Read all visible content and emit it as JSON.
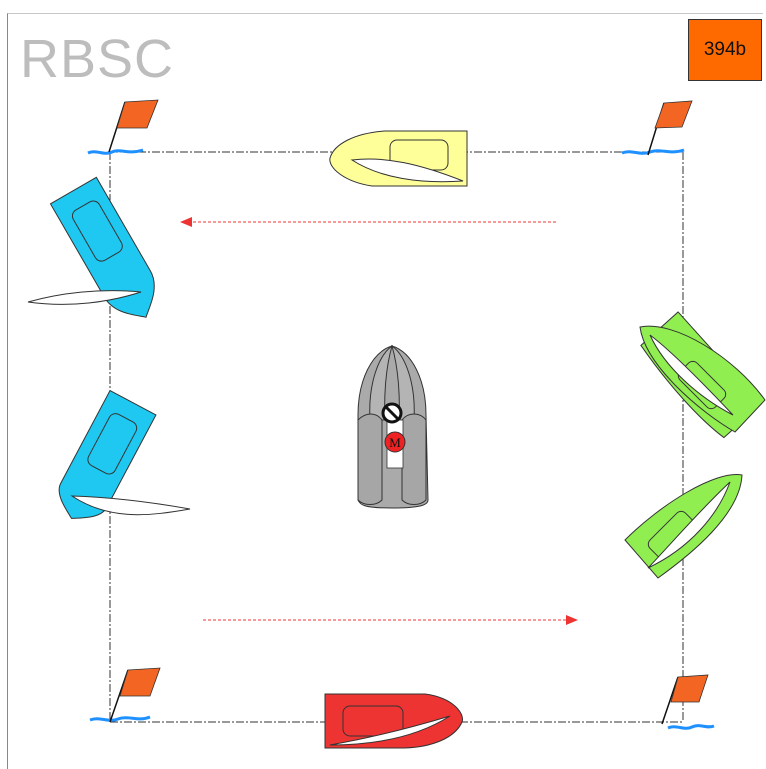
{
  "header": {
    "logo_text": "RBSC",
    "badge_text": "394b",
    "badge_color": "#ff6a00"
  },
  "colors": {
    "mark_flag": "#f26522",
    "water": "#1e90ff",
    "boat_yellow": "#ffff99",
    "boat_blue": "#1ec8f0",
    "boat_green": "#90ee50",
    "boat_red": "#ee3333",
    "committee_boat": "#aaaaaa",
    "arrow": "#ee3333"
  },
  "diagram": {
    "committee_boat_label": "M"
  }
}
